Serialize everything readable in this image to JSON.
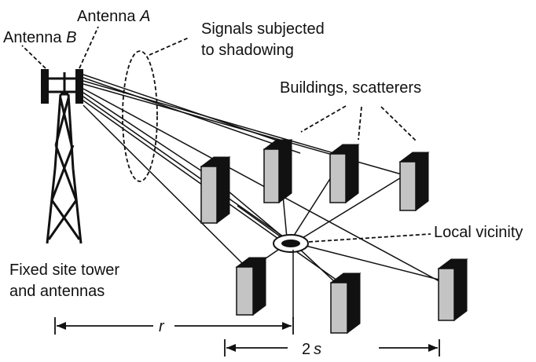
{
  "labels": {
    "antenna_a_prefix": "Antenna ",
    "antenna_a_letter": "A",
    "antenna_b_prefix": "Antenna ",
    "antenna_b_letter": "B",
    "shadowing_line1": "Signals subjected",
    "shadowing_line2": "to shadowing",
    "buildings": "Buildings, scatterers",
    "local_vicinity": "Local vicinity",
    "tower_line1": "Fixed site tower",
    "tower_line2": "and antennas",
    "distance_r": "r",
    "distance_2s_number": "2",
    "distance_2s_letter": "s"
  },
  "icons": {
    "tower": "lattice-tower-icon",
    "antenna": "panel-antenna-icon",
    "building": "building-block-icon",
    "mobile": "mobile-receiver-icon"
  },
  "colors": {
    "building_face": "#c4c4c4",
    "building_side": "#111111",
    "line": "#111111",
    "background": "#ffffff"
  }
}
